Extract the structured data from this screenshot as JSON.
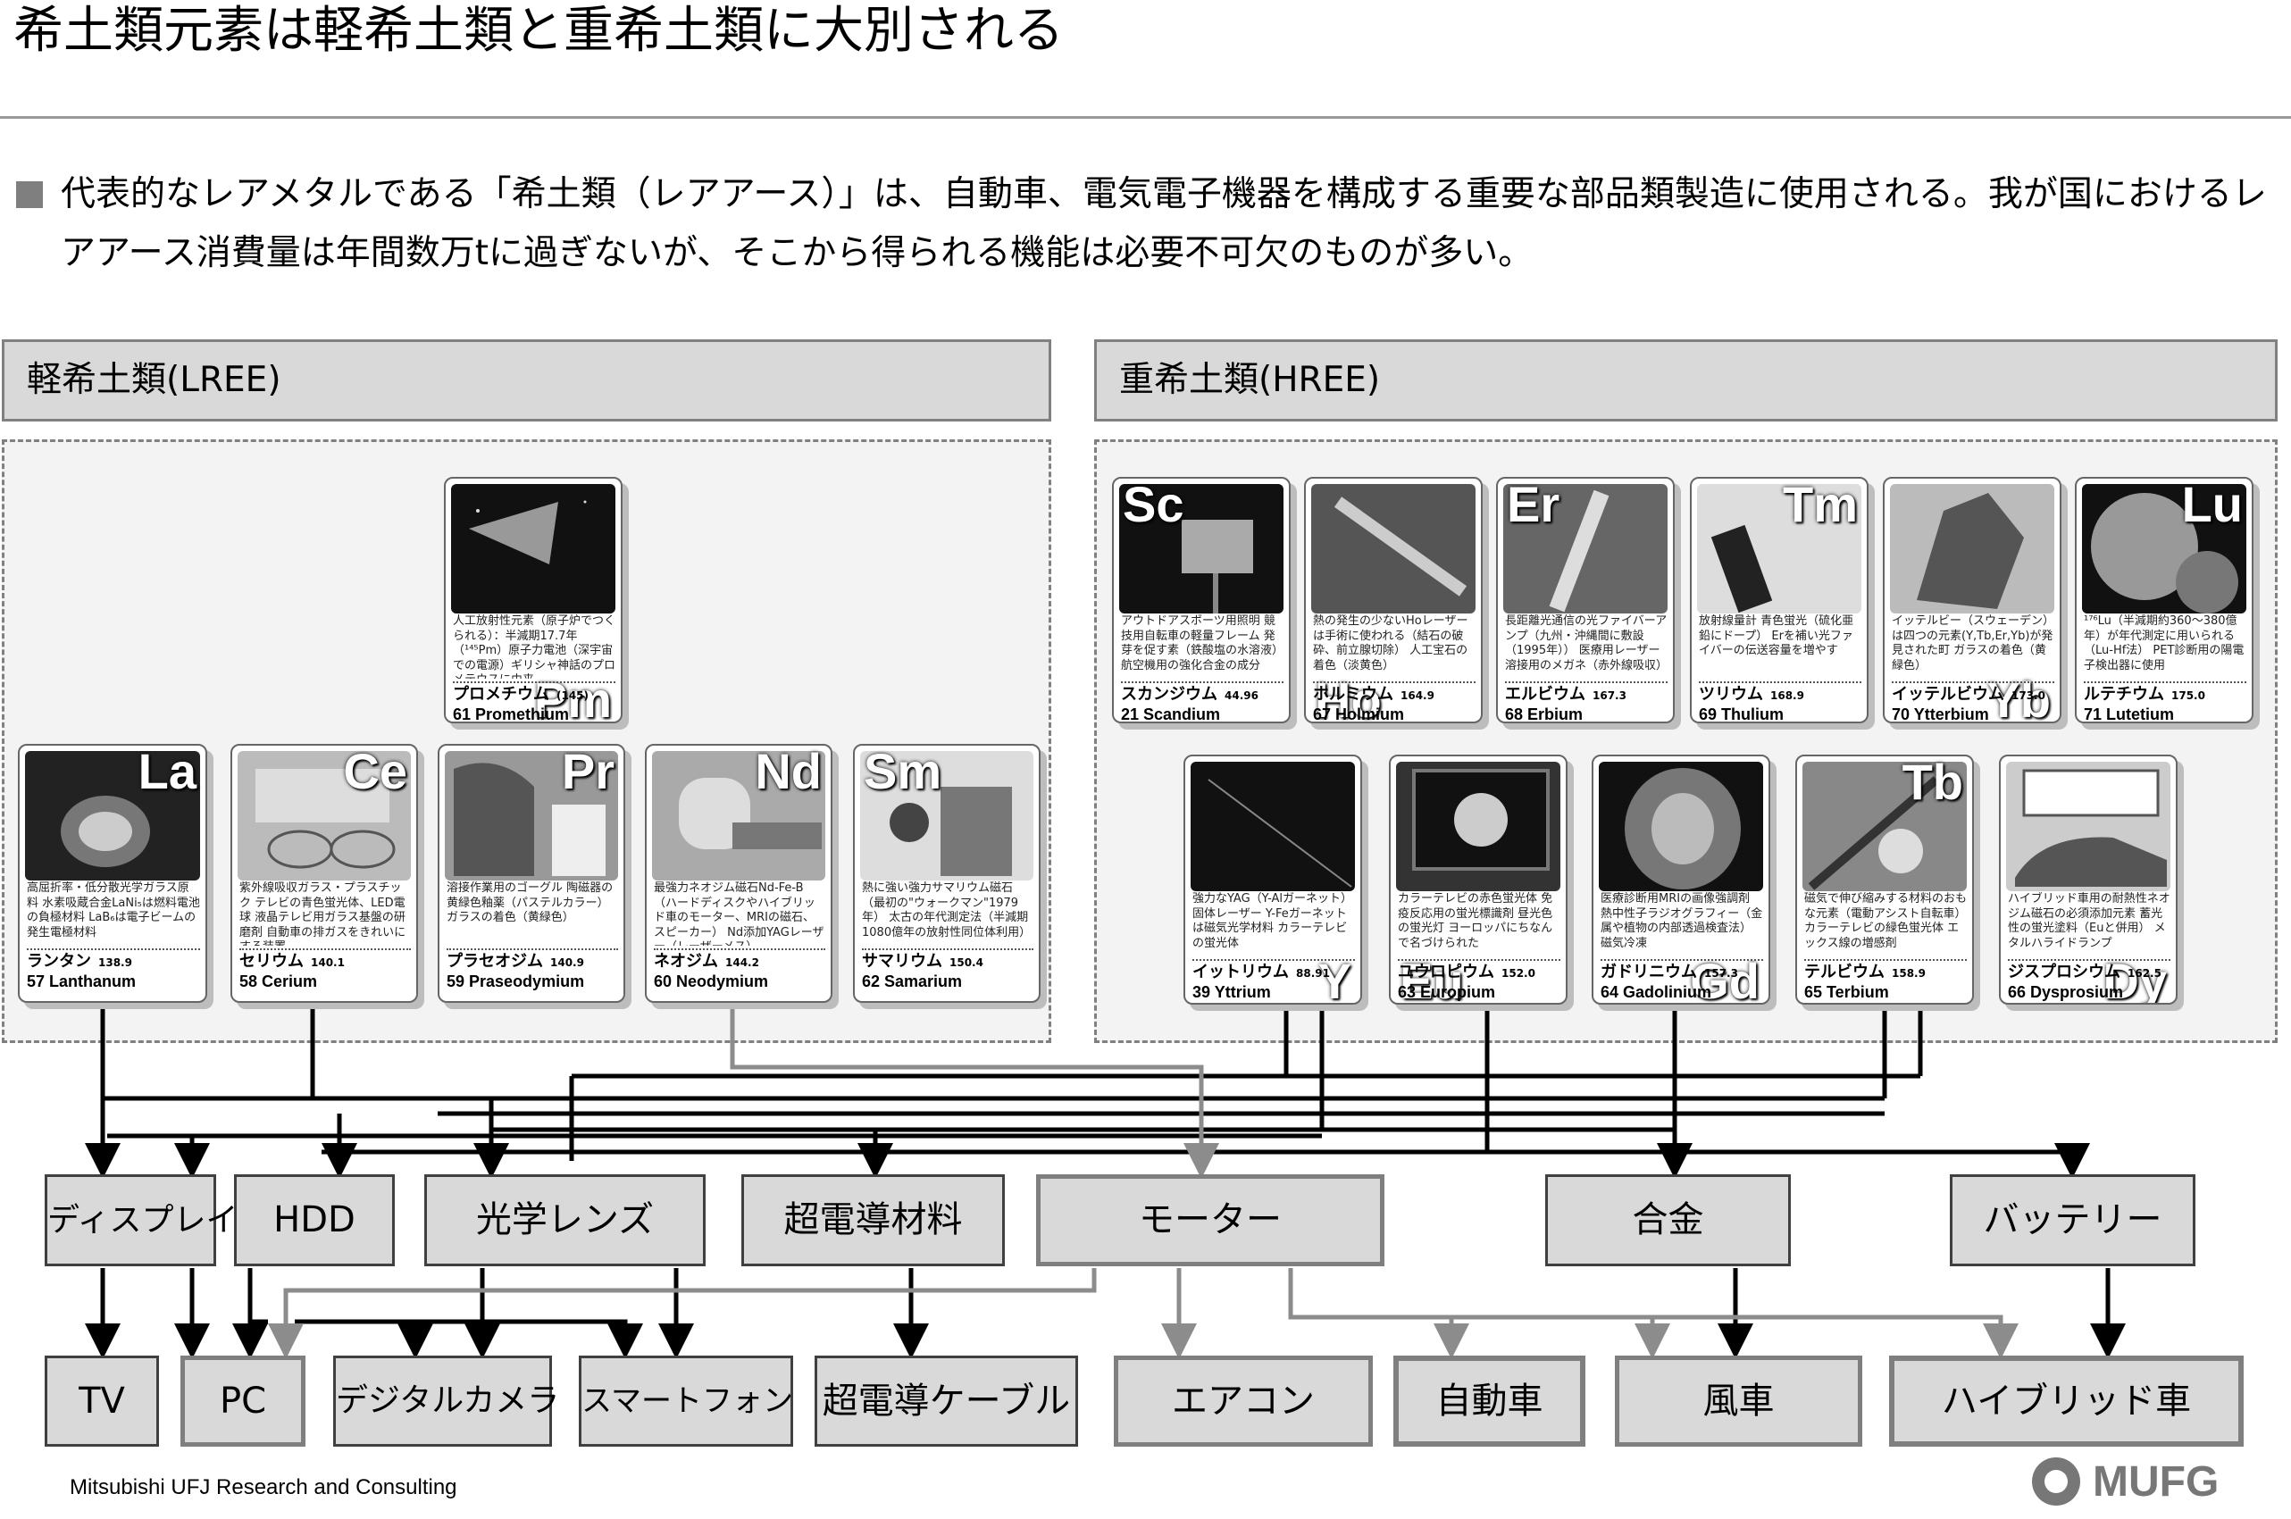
{
  "title": "希土類元素は軽希土類と重希土類に大別される",
  "intro": "代表的なレアメタルである「希土類（レアアース）」は、自動車、電気電子機器を構成する重要な部品類製造に使用される。我が国におけるレアアース消費量は年間数万tに過ぎないが、そこから得られる機能は必要不可欠のものが多い。",
  "lree": {
    "label": "軽希土類(LREE)"
  },
  "hree": {
    "label": "重希土類(HREE)"
  },
  "elements": {
    "pm": {
      "sym": "Pm",
      "desc": "人工放射性元素（原子炉でつくられる）：半減期17.7年（¹⁴⁵Pm）原子力電池（深宇宙での電源）ギリシャ神話のプロメテウスに由来",
      "jp": "プロメチウム",
      "mass": "(145)",
      "en": "61 Promethium"
    },
    "la": {
      "sym": "La",
      "desc": "高屈折率・低分散光学ガラス原料 水素吸蔵合金LaNi₅は燃料電池の負極材料 LaB₆は電子ビームの発生電極材料",
      "jp": "ランタン",
      "mass": "138.9",
      "en": "57 Lanthanum"
    },
    "ce": {
      "sym": "Ce",
      "desc": "紫外線吸収ガラス・プラスチック テレビの青色蛍光体、LED電球 液晶テレビ用ガラス基盤の研磨剤 自動車の排ガスをきれいにする装置",
      "jp": "セリウム",
      "mass": "140.1",
      "en": "58 Cerium"
    },
    "pr": {
      "sym": "Pr",
      "desc": "溶接作業用のゴーグル 陶磁器の黄緑色釉薬（パステルカラー） ガラスの着色（黄緑色）",
      "jp": "プラセオジム",
      "mass": "140.9",
      "en": "59 Praseodymium"
    },
    "nd": {
      "sym": "Nd",
      "desc": "最強力ネオジム磁石Nd-Fe-B（ハードディスクやハイブリッド車のモーター、MRIの磁石、スピーカー） Nd添加YAGレーザー（レーザーメス）",
      "jp": "ネオジム",
      "mass": "144.2",
      "en": "60 Neodymium"
    },
    "sm": {
      "sym": "Sm",
      "desc": "熱に強い強力サマリウム磁石（最初の\"ウォークマン\"1979年） 太古の年代測定法（半減期1080億年の放射性同位体利用）",
      "jp": "サマリウム",
      "mass": "150.4",
      "en": "62 Samarium"
    },
    "sc": {
      "sym": "Sc",
      "desc": "アウトドアスポーツ用照明 競技用自転車の軽量フレーム 発芽を促す素（鉄酸塩の水溶液） 航空機用の強化合金の成分",
      "jp": "スカンジウム",
      "mass": "44.96",
      "en": "21 Scandium"
    },
    "ho": {
      "sym": "Ho",
      "desc": "熱の発生の少ないHoレーザーは手術に使われる（結石の破砕、前立腺切除） 人工宝石の着色（淡黄色）",
      "jp": "ホルミウム",
      "mass": "164.9",
      "en": "67 Holmium"
    },
    "er": {
      "sym": "Er",
      "desc": "長距離光通信の光ファイバーアンプ（九州・沖縄間に敷設（1995年）） 医療用レーザー 溶接用のメガネ（赤外線吸収）",
      "jp": "エルビウム",
      "mass": "167.3",
      "en": "68 Erbium"
    },
    "tm": {
      "sym": "Tm",
      "desc": "放射線量計 青色蛍光（硫化亜鉛にドープ） Erを補い光ファイバーの伝送容量を増やす",
      "jp": "ツリウム",
      "mass": "168.9",
      "en": "69 Thulium"
    },
    "yb": {
      "sym": "Yb",
      "desc": "イッテルビー（スウェーデン）は四つの元素(Y,Tb,Er,Yb)が発見された町 ガラスの着色（黄緑色）",
      "jp": "イッテルビウム",
      "mass": "173.0",
      "en": "70 Ytterbium"
    },
    "lu": {
      "sym": "Lu",
      "desc": "¹⁷⁶Lu（半減期約360～380億年）が年代測定に用いられる（Lu-Hf法） PET診断用の陽電子検出器に使用",
      "jp": "ルテチウム",
      "mass": "175.0",
      "en": "71 Lutetium"
    },
    "y": {
      "sym": "Y",
      "desc": "強力なYAG（Y-Alガーネット）固体レーザー Y-Feガーネットは磁気光学材料 カラーテレビの蛍光体",
      "jp": "イットリウム",
      "mass": "88.91",
      "en": "39 Yttrium"
    },
    "eu": {
      "sym": "Eu",
      "desc": "カラーテレビの赤色蛍光体 免疫反応用の蛍光標識剤 昼光色の蛍光灯 ヨーロッパにちなんで名づけられた",
      "jp": "ユウロピウム",
      "mass": "152.0",
      "en": "63 Europium"
    },
    "gd": {
      "sym": "Gd",
      "desc": "医療診断用MRIの画像強調剤 熱中性子ラジオグラフィー（金属や植物の内部透過検査法） 磁気冷凍",
      "jp": "ガドリニウム",
      "mass": "157.3",
      "en": "64 Gadolinium"
    },
    "tb": {
      "sym": "Tb",
      "desc": "磁気で伸び縮みする材料のおもな元素（電動アシスト自転車） カラーテレビの緑色蛍光体 エックス線の増感剤",
      "jp": "テルビウム",
      "mass": "158.9",
      "en": "65 Terbium"
    },
    "dy": {
      "sym": "Dy",
      "desc": "ハイブリッド車用の耐熱性ネオジム磁石の必須添加元素 蓄光性の蛍光塗料（Euと併用） メタルハライドランプ",
      "jp": "ジスプロシウム",
      "mass": "162.5",
      "en": "66 Dysprosium"
    }
  },
  "apps": {
    "display": "ディスプレイ",
    "hdd": "HDD",
    "lens": "光学レンズ",
    "superconductor": "超電導材料",
    "motor": "モーター",
    "alloy": "合金",
    "battery": "バッテリー"
  },
  "products": {
    "tv": "TV",
    "pc": "PC",
    "camera": "デジタルカメラ",
    "smartphone": "スマートフォン",
    "cable": "超電導ケーブル",
    "aircon": "エアコン",
    "car": "自動車",
    "windmill": "風車",
    "hybrid": "ハイブリッド車"
  },
  "footer": "Mitsubishi UFJ Research and Consulting",
  "logo": "MUFG"
}
